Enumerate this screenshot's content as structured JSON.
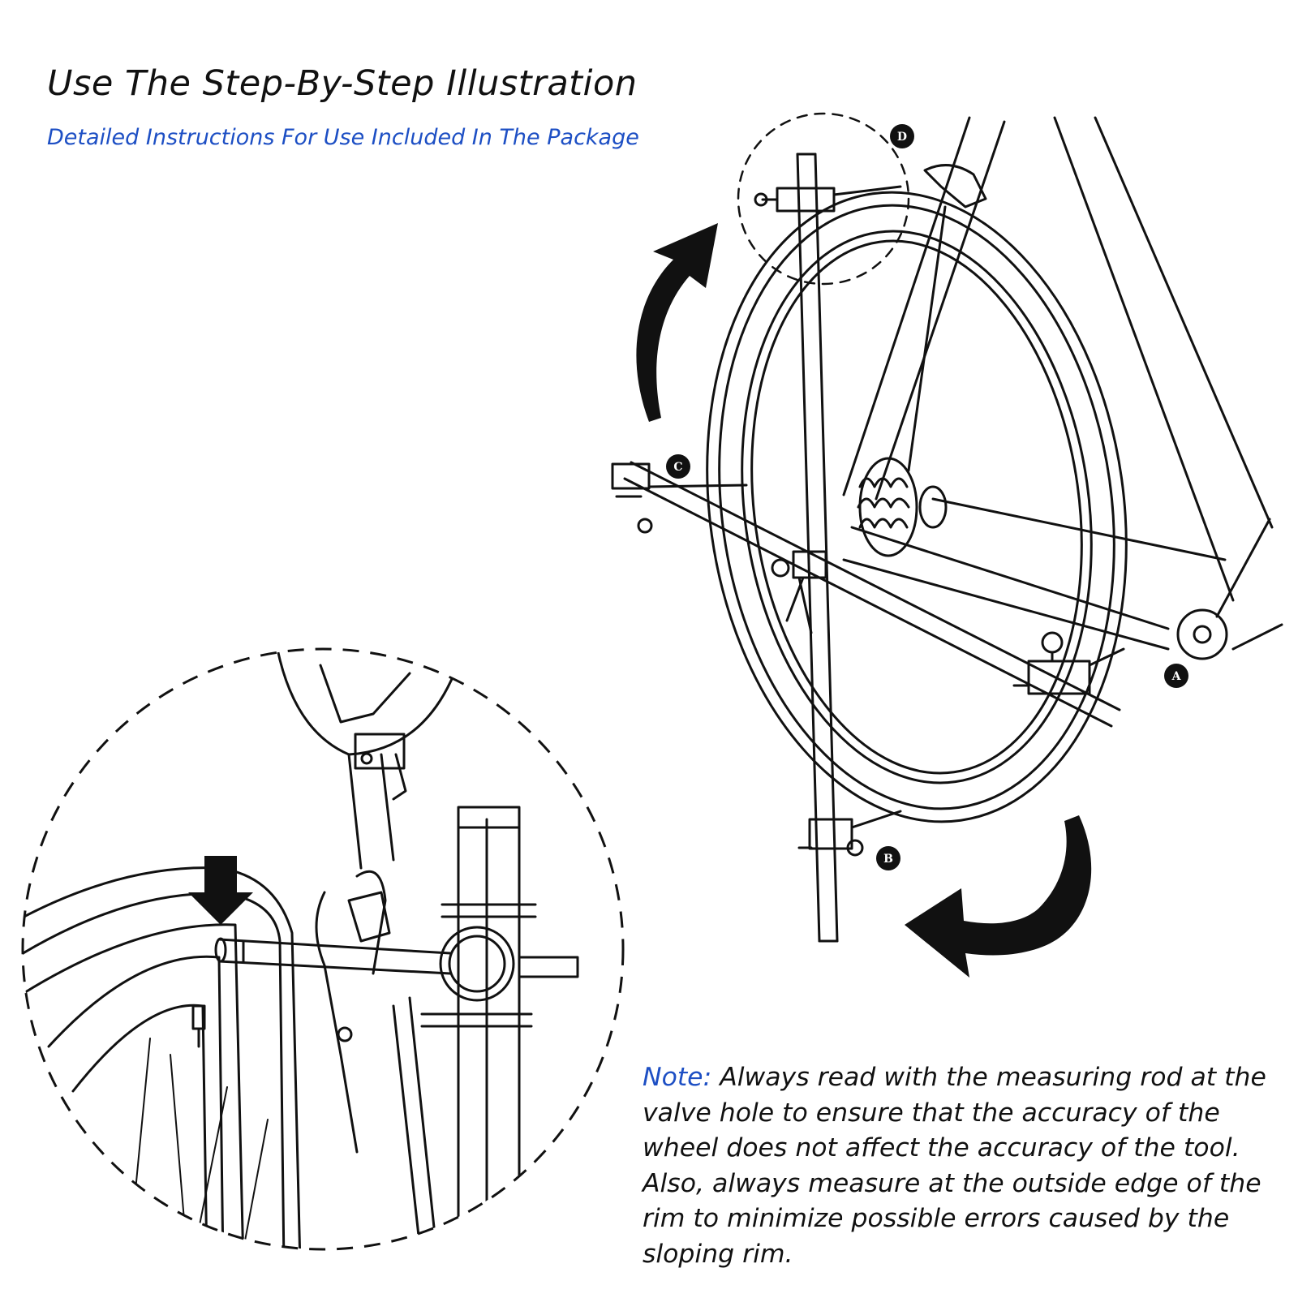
{
  "header": {
    "title": "Use The Step-By-Step Illustration",
    "subtitle": "Detailed Instructions For Use Included In The Package"
  },
  "note": {
    "label": "Note:",
    "text": " Always read with the measuring rod at the valve hole to ensure that the accuracy of the wheel does not affect the accuracy of the tool. Also, always measure at the outside edge of the rim to minimize possible errors caused by the sloping rim."
  },
  "markers": {
    "a": "A",
    "b": "B",
    "c": "C",
    "d": "D"
  },
  "colors": {
    "accent": "#1d4fc4",
    "ink": "#111111",
    "background": "#ffffff"
  }
}
